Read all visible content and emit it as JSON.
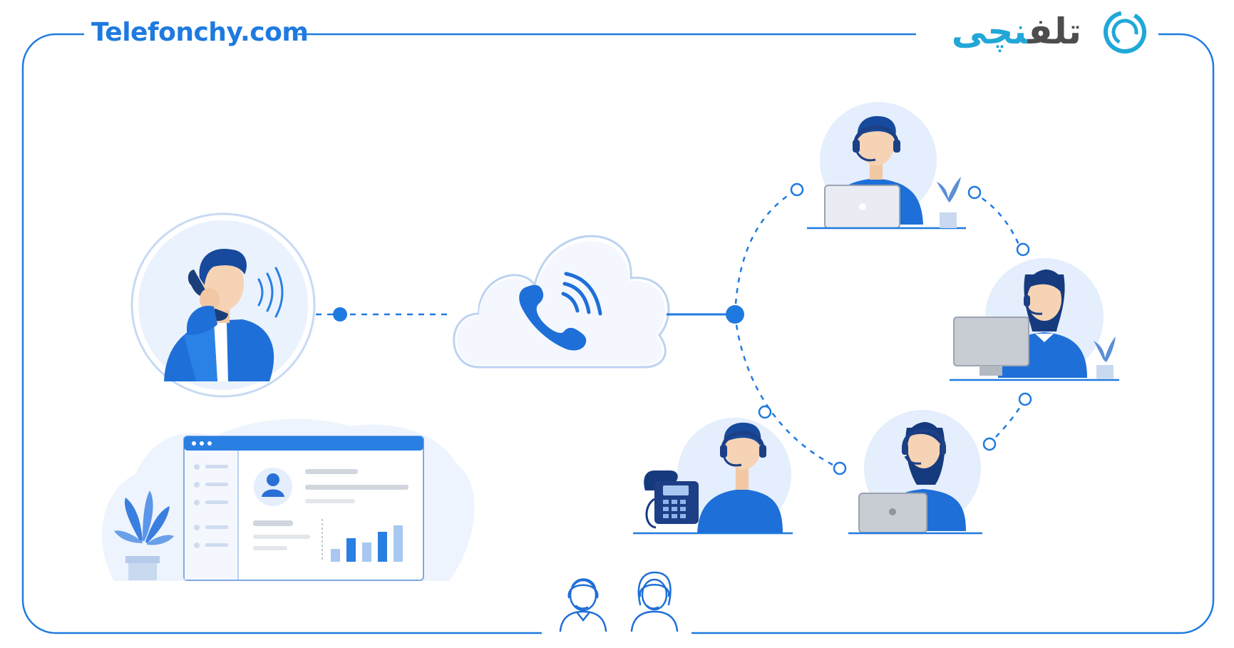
{
  "brand": {
    "site_name": "Telefonchy.com",
    "logo_text_part1": "تلف",
    "logo_text_part2": "نچی",
    "logo_icon": "telefonchy-logo-icon"
  },
  "colors": {
    "primary": "#1f7ae0",
    "primary_dark": "#1d5fc2",
    "light_fill": "#e8f1fc",
    "logo_accent": "#21a7d8",
    "logo_text": "#4d4d4d"
  },
  "scene": {
    "caller": {
      "icon": "caller-on-phone-icon"
    },
    "cloud": {
      "icon": "phone-ringing-icon"
    },
    "crm_window": {
      "icon": "crm-dashboard-icon",
      "bar_chart": [
        0.3,
        0.55,
        0.45,
        0.7,
        0.85
      ]
    },
    "agents": [
      {
        "icon": "agent-with-laptop-icon"
      },
      {
        "icon": "agent-with-desktop-icon"
      },
      {
        "icon": "agent-with-laptop-icon"
      },
      {
        "icon": "agent-with-desk-phone-icon"
      }
    ],
    "footer_icons": [
      "male-agent-icon",
      "female-agent-icon"
    ]
  }
}
